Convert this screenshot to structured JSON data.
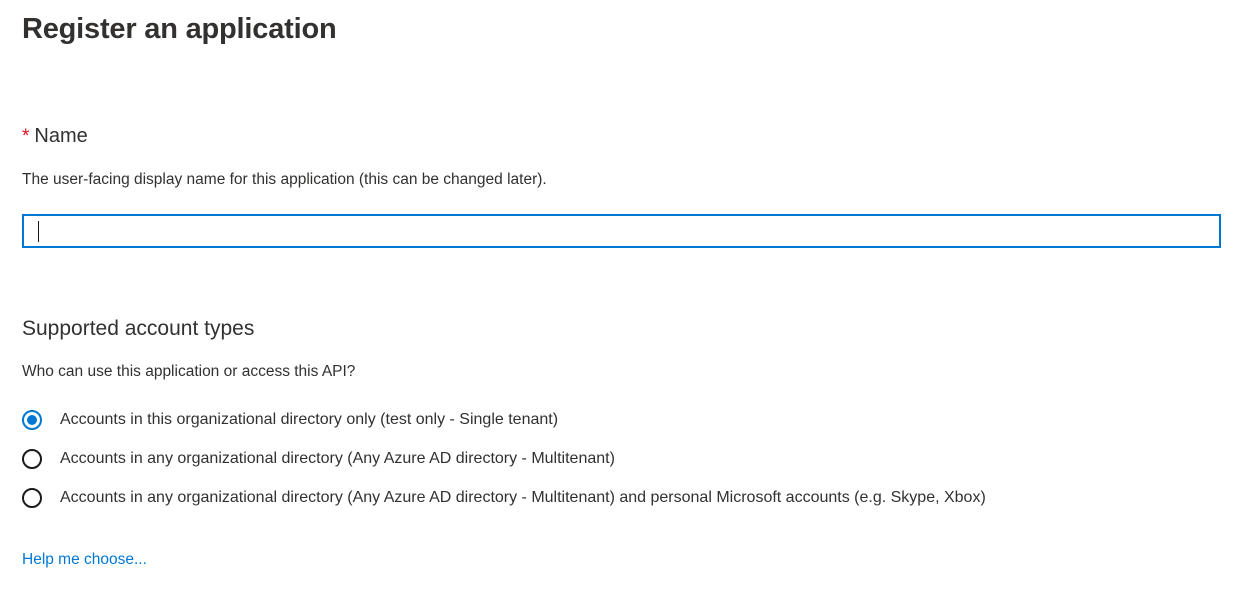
{
  "page": {
    "title": "Register an application"
  },
  "name_field": {
    "required_marker": "*",
    "label": "Name",
    "description": "The user-facing display name for this application (this can be changed later).",
    "value": "",
    "placeholder": "",
    "focused": true,
    "border_color": "#0078d4"
  },
  "supported_account_types": {
    "heading": "Supported account types",
    "description": "Who can use this application or access this API?",
    "options": [
      {
        "label": "Accounts in this organizational directory only (test only - Single tenant)",
        "selected": true
      },
      {
        "label": "Accounts in any organizational directory (Any Azure AD directory - Multitenant)",
        "selected": false
      },
      {
        "label": "Accounts in any organizational directory (Any Azure AD directory - Multitenant) and personal Microsoft accounts (e.g. Skype, Xbox)",
        "selected": false
      }
    ],
    "help_link": "Help me choose..."
  },
  "colors": {
    "accent": "#0078d4",
    "required": "#e81123",
    "text": "#323130",
    "radio_unchecked": "#1b1a19",
    "background": "#ffffff"
  }
}
